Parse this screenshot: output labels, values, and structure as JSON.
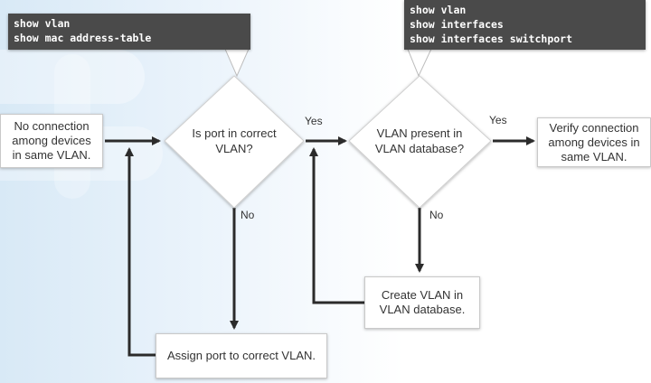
{
  "callouts": {
    "left": {
      "lines": [
        "show vlan",
        "show mac address-table"
      ]
    },
    "right": {
      "lines": [
        "show vlan",
        "show interfaces",
        "show interfaces switchport"
      ]
    }
  },
  "nodes": {
    "start": {
      "text": "No connection among devices in same VLAN."
    },
    "decision1": {
      "text": "Is port in correct VLAN?"
    },
    "decision2": {
      "text": "VLAN present in VLAN database?"
    },
    "end": {
      "text": "Verify connection among devices in same VLAN."
    },
    "create_vlan": {
      "text": "Create VLAN in VLAN database."
    },
    "assign_port": {
      "text": "Assign port to correct VLAN."
    }
  },
  "edges": {
    "yes1": "Yes",
    "yes2": "Yes",
    "no1": "No",
    "no2": "No"
  }
}
